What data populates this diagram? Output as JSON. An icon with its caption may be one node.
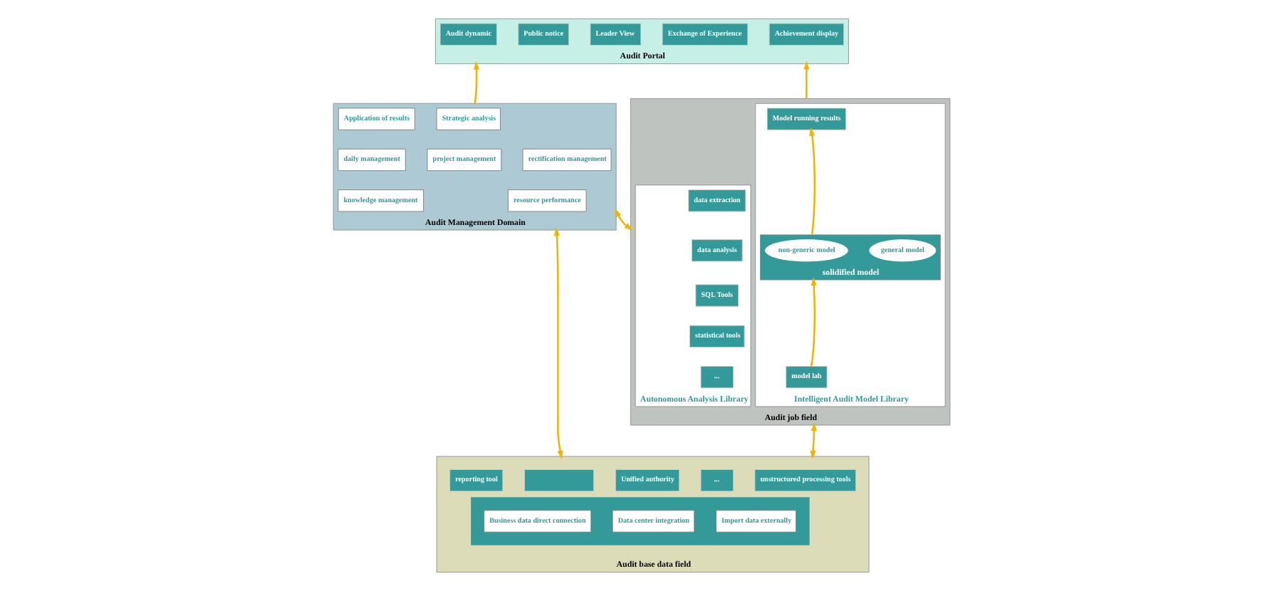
{
  "diagram": {
    "nodes": [
      {
        "text": [
          "Audit Portal"
        ]
      },
      {
        "text": [
          "Audit dynamic"
        ],
        "in": 0
      },
      {
        "text": [
          "Exchange of Experience"
        ],
        "in": 0
      },
      {
        "text": [
          "Leader View"
        ],
        "in": 0
      },
      {
        "text": [
          "Public notice"
        ],
        "in": 0
      },
      {
        "text": [
          "Achievement display"
        ],
        "in": 0
      },
      {
        "text": [
          "Audit Management Domain"
        ]
      },
      {
        "text": [
          "Strategic analysis"
        ],
        "in": 6
      },
      {
        "text": [
          "Application of results"
        ],
        "in": 6
      },
      {
        "text": [
          "project management"
        ],
        "in": 6
      },
      {
        "text": [
          "rectification management"
        ],
        "in": 6
      },
      {
        "text": [
          "daily management"
        ],
        "in": 6
      },
      {
        "text": [
          "resource performance"
        ],
        "in": 6
      },
      {
        "text": [
          "knowledge management"
        ],
        "in": 6
      },
      {
        "text": [
          "Audit job field"
        ]
      },
      {
        "text": [
          "Intelligent Audit Model Library"
        ],
        "in": 14
      },
      {
        "text": [
          "Model running results"
        ],
        "in": 15
      },
      {
        "text": [
          "solidified model"
        ],
        "in": 15
      },
      {
        "text": [
          "non-generic model"
        ],
        "in": 17
      },
      {
        "text": [
          "general model"
        ],
        "in": 17
      },
      {
        "text": [
          "model lab"
        ],
        "in": 15
      },
      {
        "text": [
          "Autonomous Analysis Library"
        ],
        "in": 14
      },
      {
        "text": [
          "data extraction"
        ],
        "in": 21
      },
      {
        "text": [
          "data analysis"
        ],
        "in": 21
      },
      {
        "text": [
          "SQL Tools"
        ],
        "in": 21
      },
      {
        "text": [
          "statistical tools"
        ],
        "in": 21
      },
      {
        "text": [
          "..."
        ],
        "in": 21
      },
      {
        "text": [
          "Audit base data field"
        ]
      },
      {
        "text": [],
        "shape": "box",
        "in": 27
      },
      {
        "text": [
          "Unified authority"
        ],
        "in": 27
      },
      {
        "text": [
          "unstructured processing tools"
        ],
        "in": 27
      },
      {
        "text": [
          "reporting tool"
        ],
        "in": 27
      },
      {
        "text": [
          "..."
        ],
        "in": 27
      },
      {
        "text": [],
        "shape": "bar",
        "in": 27
      },
      {
        "text": [
          "Business data direct connection"
        ],
        "in": 33
      },
      {
        "text": [
          "Data center integration"
        ],
        "in": 33
      },
      {
        "text": [
          "Import data externally"
        ],
        "in": 33
      }
    ],
    "edges": [
      {
        "from": 6,
        "to": 0,
        "arrow": "to"
      },
      {
        "from": 14,
        "to": 0,
        "arrow": "to"
      },
      {
        "from": 6,
        "to": 14,
        "arrow": "both"
      },
      {
        "from": 20,
        "to": 17,
        "arrow": "to"
      },
      {
        "from": 17,
        "to": 16,
        "arrow": "to"
      },
      {
        "from": 27,
        "to": 6,
        "arrow": "both"
      },
      {
        "from": 27,
        "to": 14,
        "arrow": "both"
      }
    ]
  }
}
